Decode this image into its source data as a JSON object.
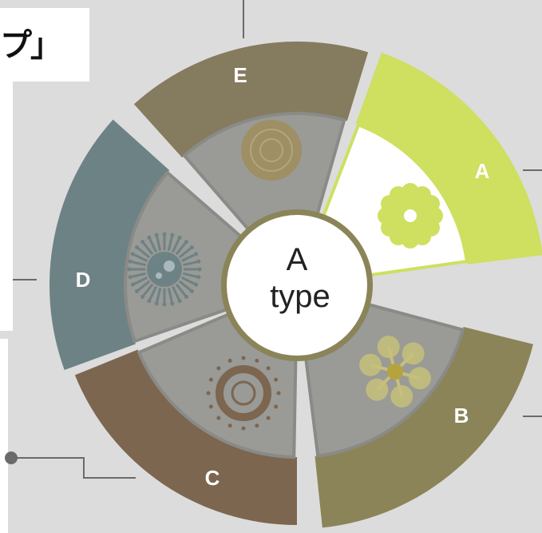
{
  "header": {
    "title_fragment": "プ」"
  },
  "center": {
    "line1": "A",
    "line2": "type"
  },
  "segments": [
    {
      "id": "A",
      "label": "A",
      "outer_color": "#cfdf5f",
      "inner_color": "#ffffff",
      "icon": "flower-icon",
      "icon_color": "#cfdf5f",
      "highlighted": true
    },
    {
      "id": "B",
      "label": "B",
      "outer_color": "#8a8458",
      "inner_color": "#9a9a96",
      "icon": "propeller-icon",
      "icon_color": "#c6c07a",
      "highlighted": false
    },
    {
      "id": "C",
      "label": "C",
      "outer_color": "#7c6650",
      "inner_color": "#9a9a96",
      "icon": "ring-dots-icon",
      "icon_color": "#7c6650",
      "highlighted": false
    },
    {
      "id": "D",
      "label": "D",
      "outer_color": "#6d8285",
      "inner_color": "#9a9a96",
      "icon": "sunburst-icon",
      "icon_color": "#6d8285",
      "highlighted": false
    },
    {
      "id": "E",
      "label": "E",
      "outer_color": "#857b5f",
      "inner_color": "#9a9a96",
      "icon": "circle-icon",
      "icon_color": "#9e8f64",
      "highlighted": false
    }
  ],
  "colors": {
    "background": "#dcdcdc",
    "connector": "#6a6a6a",
    "center_fill": "#ffffff",
    "center_ring": "#8a8458"
  }
}
